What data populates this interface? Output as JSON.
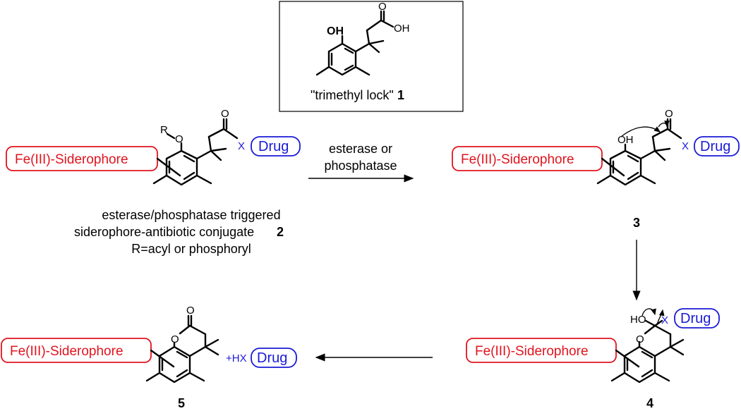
{
  "figure": {
    "inset": {
      "oh_label": "OH",
      "o_label": "O",
      "acid_oh_label": "OH",
      "caption": "\"trimethyl lock\"",
      "number": "1"
    },
    "compound2": {
      "siderophore": "Fe(III)-Siderophore",
      "r_label": "R",
      "o_label": "O",
      "carbonyl_o": "O",
      "linker": "X",
      "drug": "Drug",
      "caption_line1": "esterase/phosphatase triggered",
      "caption_line2": "siderophore-antibiotic conjugate",
      "number": "2",
      "caption_line3": "R=acyl or phosphoryl"
    },
    "arrow1": {
      "line1": "esterase or",
      "line2": "phosphatase"
    },
    "compound3": {
      "siderophore": "Fe(III)-Siderophore",
      "oh_label": "OH",
      "carbonyl_o": "O",
      "linker": "X",
      "drug": "Drug",
      "number": "3"
    },
    "compound4": {
      "siderophore": "Fe(III)-Siderophore",
      "ho_label": "HO",
      "linker": "X",
      "drug": "Drug",
      "ring_o": "O",
      "number": "4"
    },
    "compound5": {
      "siderophore": "Fe(III)-Siderophore",
      "carbonyl_o": "O",
      "ring_o": "O",
      "plus_hx": "+HX",
      "drug": "Drug",
      "number": "5"
    }
  }
}
